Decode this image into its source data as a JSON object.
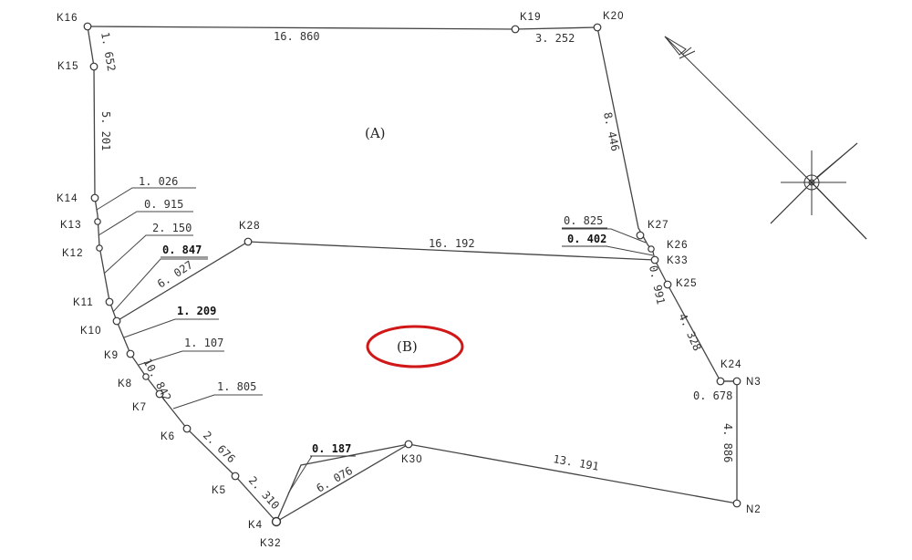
{
  "areas": {
    "a": "(A)",
    "b": "(B)"
  },
  "points": {
    "K16": "K16",
    "K15": "K15",
    "K14": "K14",
    "K13": "K13",
    "K12": "K12",
    "K11": "K11",
    "K10": "K10",
    "K9": "K9",
    "K8": "K8",
    "K7": "K7",
    "K6": "K6",
    "K5": "K5",
    "K4": "K4",
    "K32": "K32",
    "K30": "K30",
    "N2": "N2",
    "N3": "N3",
    "K24": "K24",
    "K25": "K25",
    "K33": "K33",
    "K26": "K26",
    "K27": "K27",
    "K20": "K20",
    "K19": "K19",
    "K28": "K28"
  },
  "distances": {
    "k16_k19": "16. 860",
    "k19_k20": "3. 252",
    "k16_k15": "1. 652",
    "k15_k14": "5. 201",
    "k20_k27": "8. 446",
    "k14_k13": "1. 026",
    "k13_k12": "0. 915",
    "k12_k11": "2. 150",
    "k11_k10": "0. 847",
    "k10_k28": "6. 027",
    "k28_k33": "16. 192",
    "k27_k26": "0. 825",
    "k26_k33": "0. 402",
    "k33_k25": "0. 991",
    "k25_k24": "4. 328",
    "k24_n3": "0. 678",
    "n3_n2": "4. 886",
    "k10_k9": "1. 209",
    "k9_k8": "1. 107",
    "k8_k7": "10. 842",
    "k7_k6": "1. 805",
    "k6_k5": "2. 676",
    "k5_k4": "2. 310",
    "k32_k30_a": "0. 187",
    "k32_k30_b": "6. 076",
    "k30_n2": "13. 191"
  }
}
